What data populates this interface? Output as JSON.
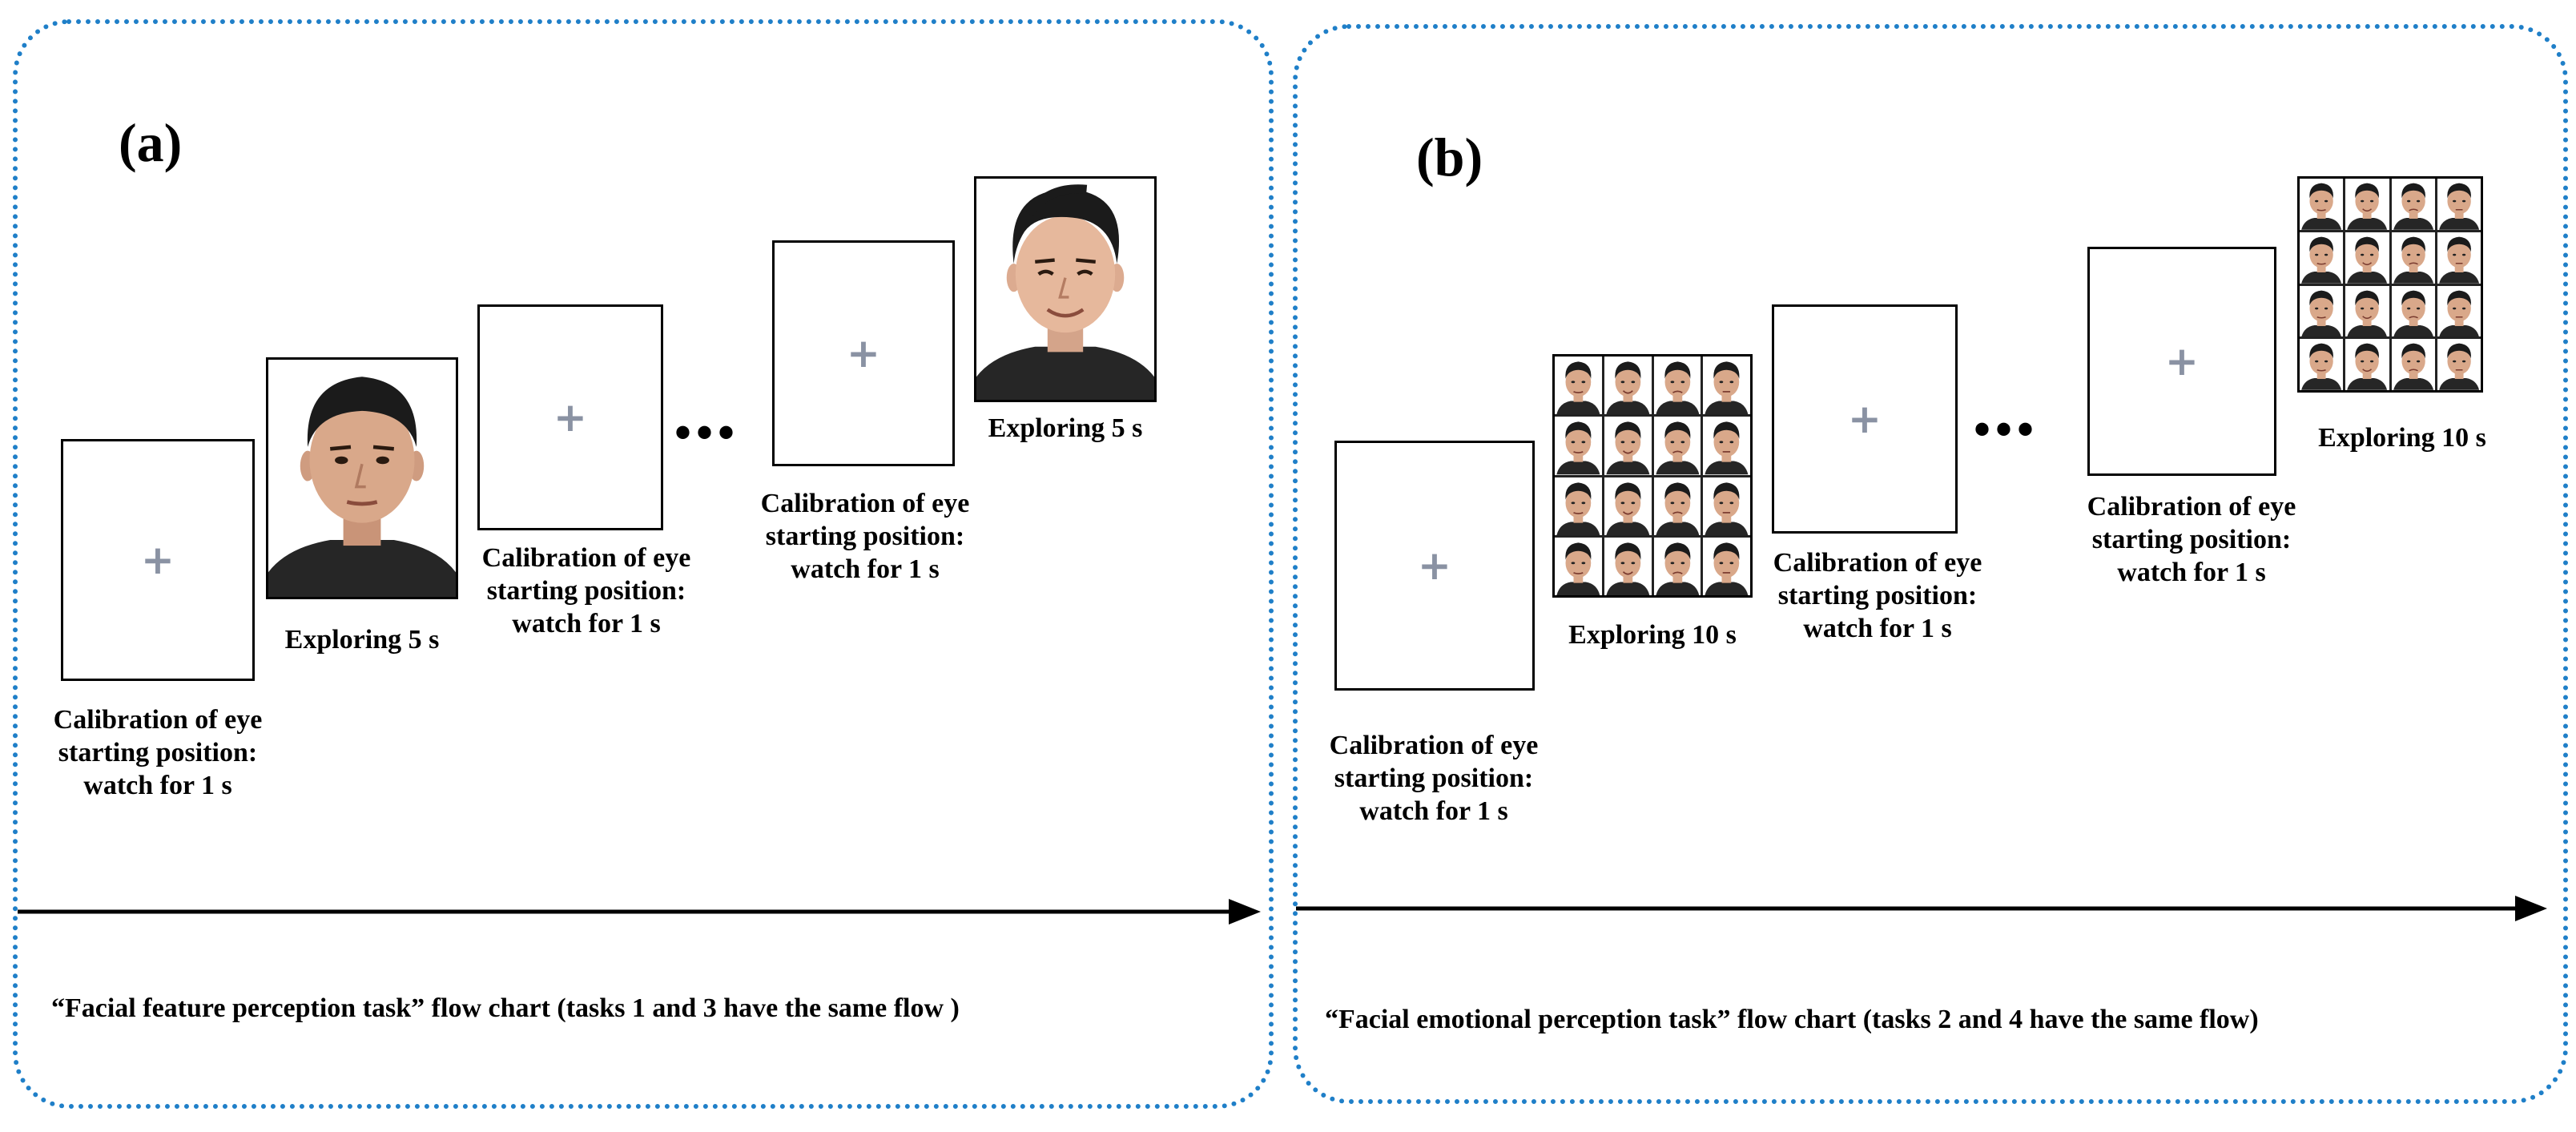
{
  "panel_a": {
    "label": "(a)",
    "dots": "•••",
    "steps": [
      {
        "type": "fixation",
        "symbol": "+",
        "caption": [
          "Calibration of eye",
          "starting position:",
          "watch for 1 s"
        ]
      },
      {
        "type": "face",
        "caption": [
          "Exploring 5 s"
        ]
      },
      {
        "type": "fixation",
        "symbol": "+",
        "caption": [
          "Calibration of eye",
          "starting position:",
          "watch for 1 s"
        ]
      },
      {
        "type": "fixation",
        "symbol": "+",
        "caption": [
          "Calibration of eye",
          "starting position:",
          "watch for 1 s"
        ]
      },
      {
        "type": "face",
        "caption": [
          "Exploring 5 s"
        ]
      }
    ],
    "flow_caption": "“Facial feature perception task” flow chart (tasks 1 and 3 have the same flow )"
  },
  "panel_b": {
    "label": "(b)",
    "dots": "•••",
    "steps": [
      {
        "type": "fixation",
        "symbol": "+",
        "caption": [
          "Calibration of eye",
          "starting position:",
          "watch for 1 s"
        ]
      },
      {
        "type": "face-grid",
        "caption": [
          "Exploring 10 s"
        ]
      },
      {
        "type": "fixation",
        "symbol": "+",
        "caption": [
          "Calibration of eye",
          "starting position:",
          "watch for 1 s"
        ]
      },
      {
        "type": "fixation",
        "symbol": "+",
        "caption": [
          "Calibration of eye",
          "starting position:",
          "watch for 1 s"
        ]
      },
      {
        "type": "face-grid",
        "caption": [
          "Exploring 10 s"
        ]
      }
    ],
    "flow_caption": "“Facial emotional perception task” flow chart (tasks 2 and 4 have the same flow)"
  },
  "colors": {
    "panel_border": "#1f7fc8",
    "fixation_cross": "#8a92a3",
    "hair": "#1b1b1b",
    "skin": "#d9a88a",
    "shirt": "#262626"
  }
}
